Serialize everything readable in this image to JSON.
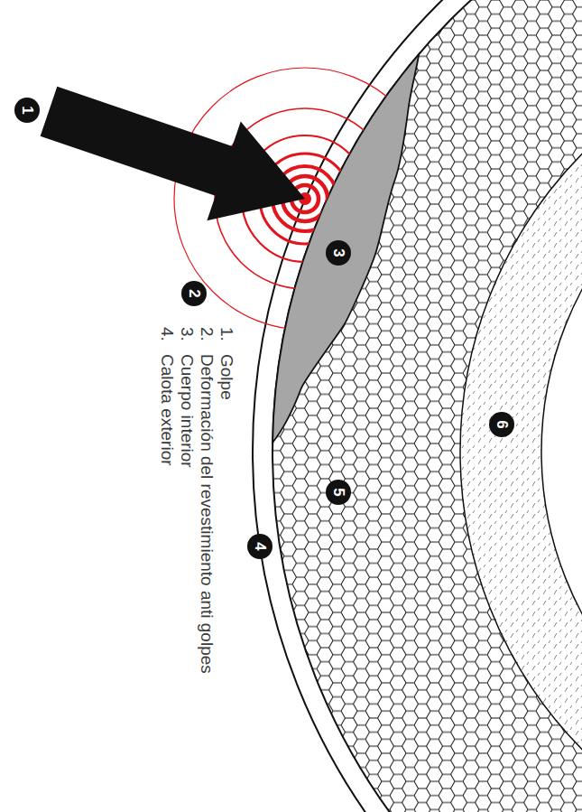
{
  "diagram": {
    "labels": [
      "1",
      "2",
      "3",
      "4",
      "5",
      "6",
      "1.",
      "Golpe",
      "2.",
      "Deformación del revestimiento anti golpes",
      "3.",
      "Cuerpo interior",
      "4.",
      "Calota exterior"
    ]
  }
}
